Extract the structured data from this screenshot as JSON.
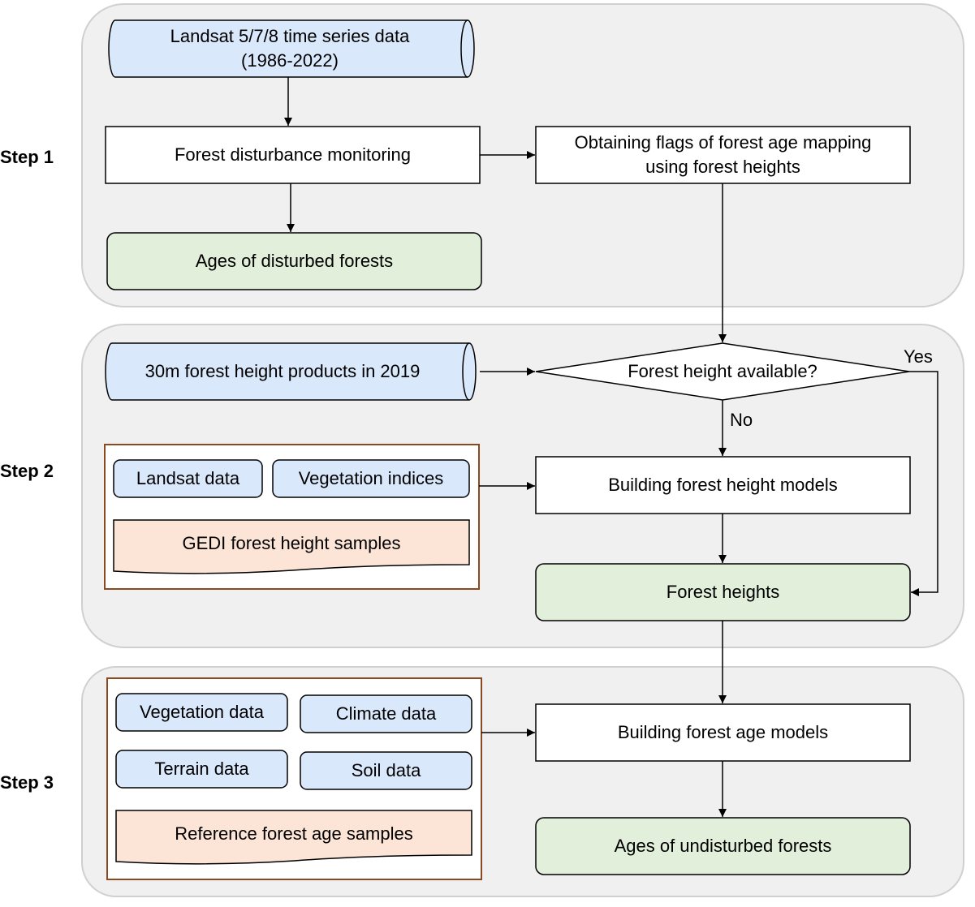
{
  "steps": [
    "Step 1",
    "Step 2",
    "Step 3"
  ],
  "nodes": {
    "landsat_series": "Landsat 5/7/8 time series data\n(1986-2022)",
    "disturbance": "Forest disturbance monitoring",
    "flags": "Obtaining flags of forest age mapping\nusing forest heights",
    "ages_disturbed": "Ages of disturbed forests",
    "height_products": "30m forest height products in 2019",
    "height_available": "Forest height available?",
    "landsat_data": "Landsat data",
    "veg_indices": "Vegetation indices",
    "gedi_samples": "GEDI forest height samples",
    "height_models": "Building forest height models",
    "forest_heights": "Forest heights",
    "vegetation_data": "Vegetation data",
    "climate_data": "Climate data",
    "terrain_data": "Terrain data",
    "soil_data": "Soil data",
    "ref_age_samples": "Reference forest age samples",
    "age_models": "Building forest age models",
    "ages_undisturbed": "Ages of undisturbed forests"
  },
  "edge_labels": {
    "yes": "Yes",
    "no": "No"
  },
  "colors": {
    "panel_fill": "#f0f0f0",
    "panel_stroke": "#d0d0d0",
    "input_fill": "#dae8fc",
    "output_fill": "#e2efda",
    "sample_fill": "#fce4d6",
    "group_stroke": "#8a4a20"
  }
}
